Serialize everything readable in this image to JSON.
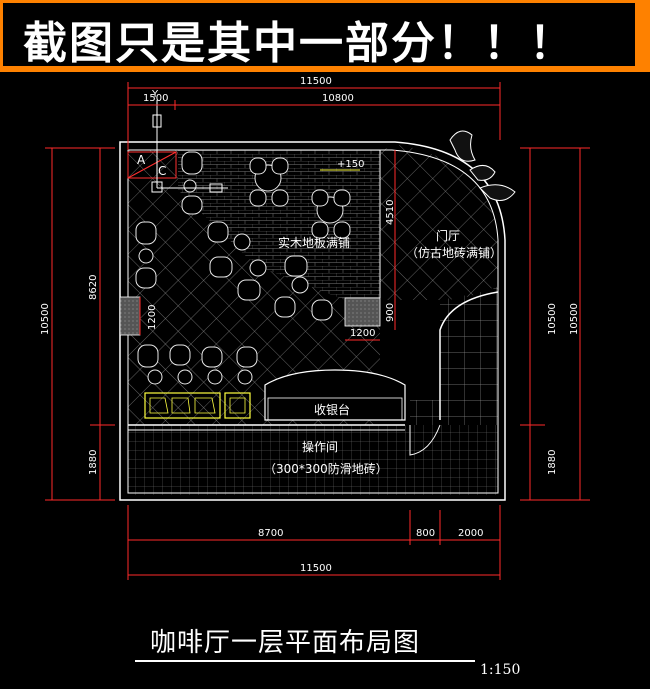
{
  "banner": {
    "text": "截图只是其中一部分！！！"
  },
  "title": "咖啡厅一层平面布局图",
  "scale": "1:150",
  "dimensions": {
    "top_total": "11500",
    "top_left": "1500",
    "top_right": "10800",
    "bottom_left": "8700",
    "bottom_mid": "800",
    "bottom_right": "2000",
    "bottom_total": "11500",
    "left_outer": "10500",
    "left_upper": "8620",
    "left_lower": "1880",
    "right_outer": "10500",
    "right_inner": "10500",
    "right_lower": "1880",
    "wall_left": "1200",
    "wall_right": "1200",
    "height_4510": "4510",
    "height_900": "900",
    "level": "+150"
  },
  "rooms": {
    "wood_floor": "实木地板满铺",
    "lobby": "门厅",
    "lobby_note": "（仿古地砖满铺）",
    "cashier": "收银台",
    "kitchen": "操作间",
    "kitchen_note": "（300*300防滑地砖）"
  },
  "markers": {
    "a": "A",
    "c": "C",
    "y": "Y"
  },
  "colors": {
    "banner": "#fe8100",
    "wall": "#ffffff",
    "dim": "#ff2a2a",
    "chair": "#e8e8e8",
    "sofa": "#ffff40"
  }
}
